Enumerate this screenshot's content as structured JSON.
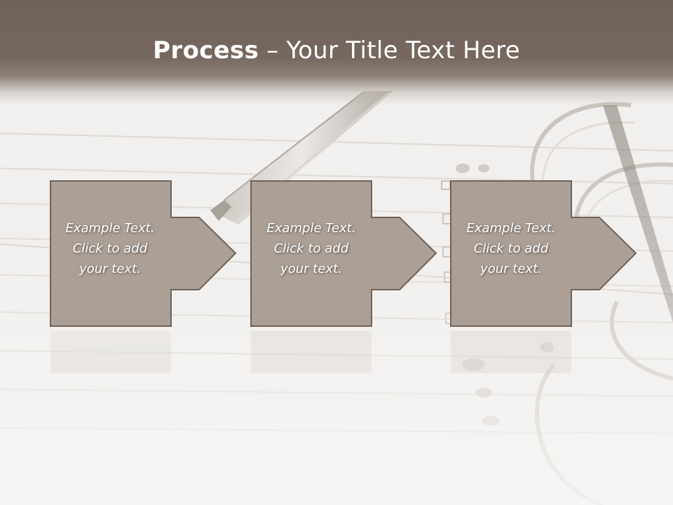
{
  "slide": {
    "title_bold": "Process",
    "title_rest": " – Your Title Text Here"
  },
  "steps": [
    {
      "lines": [
        "Example Text.",
        "Click  to add",
        "your text."
      ]
    },
    {
      "lines": [
        "Example Text.",
        "Click  to add",
        "your text."
      ]
    },
    {
      "lines": [
        "Example Text.",
        "Click  to add",
        "your text."
      ]
    }
  ],
  "colors": {
    "header": "#74665d",
    "box_fill": "#aca096",
    "box_border": "#6e6259",
    "text": "#ffffff"
  },
  "background_image": "notebook-pen-photo"
}
